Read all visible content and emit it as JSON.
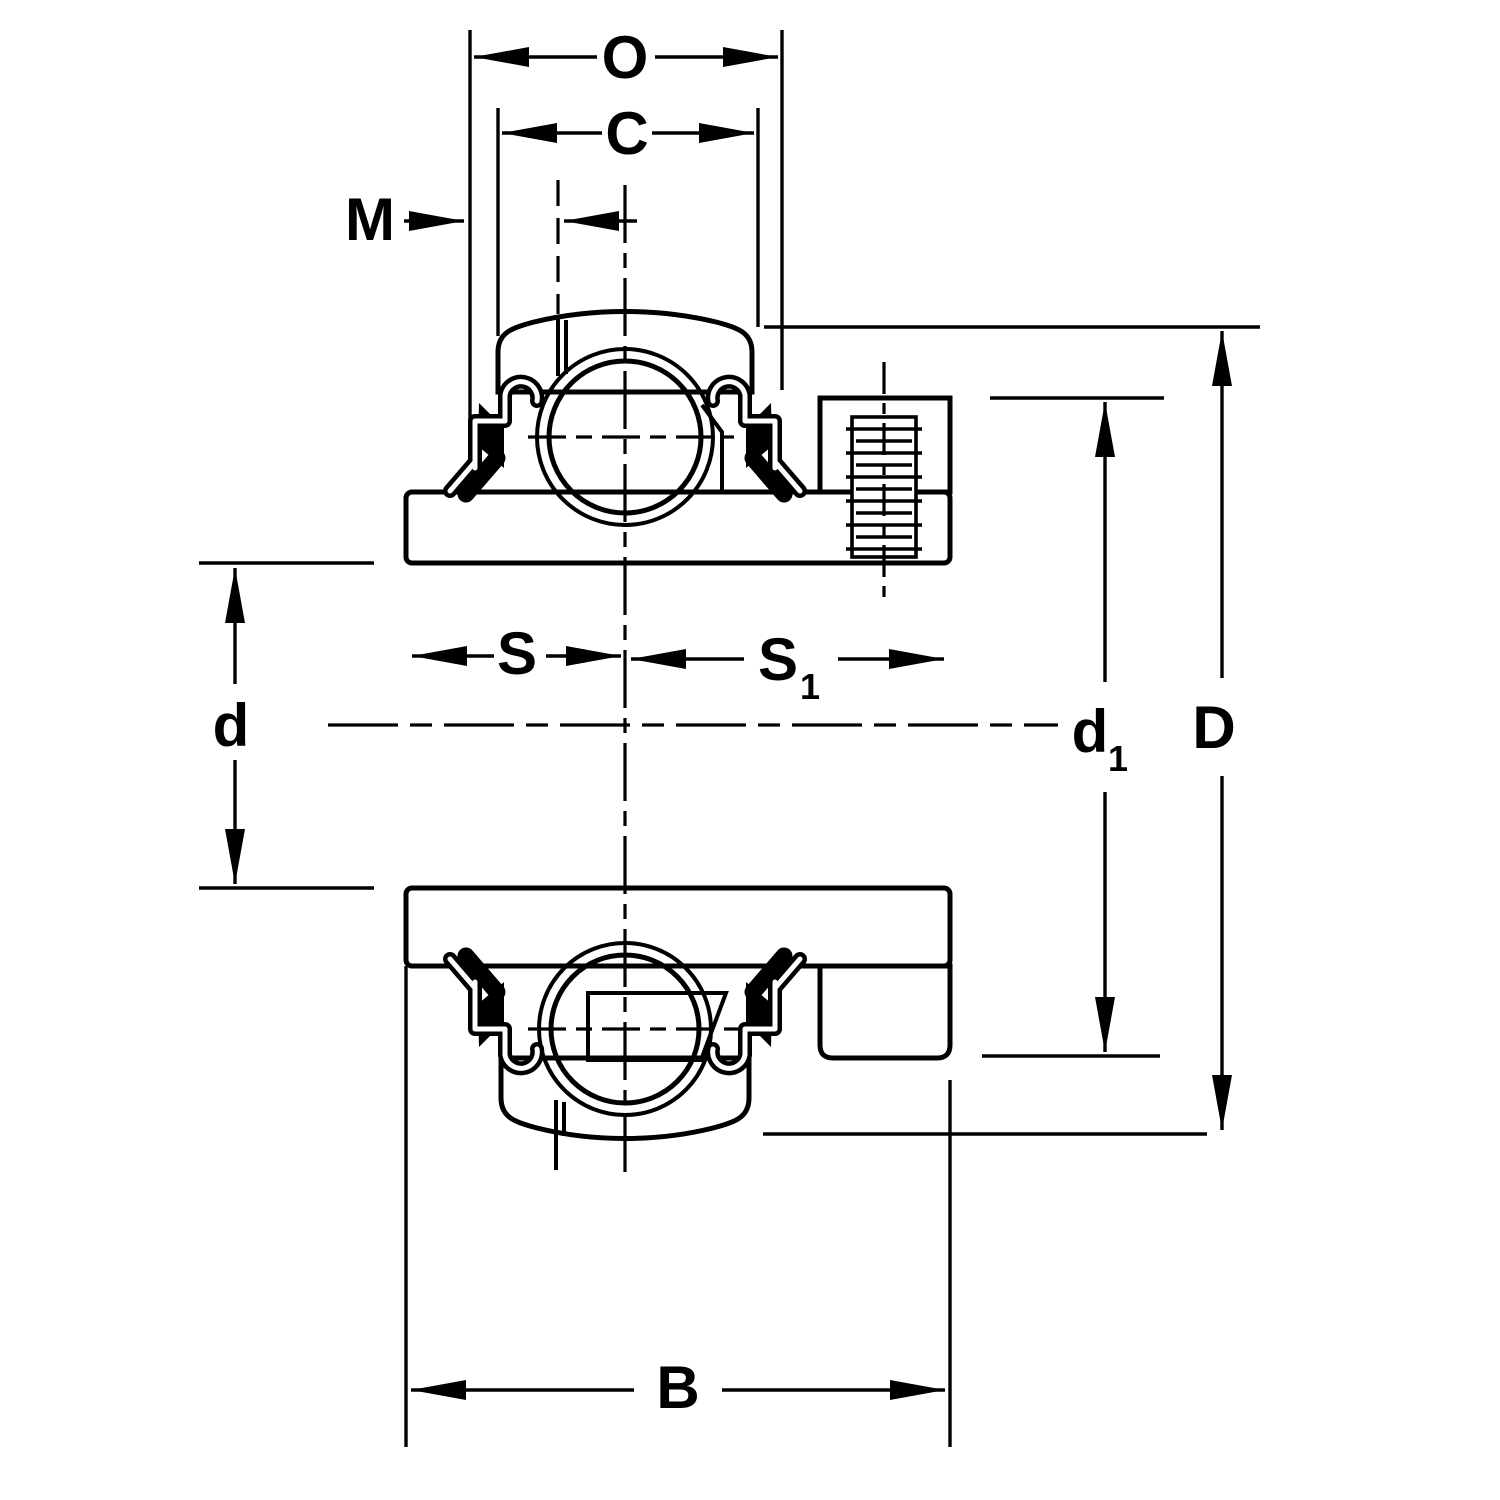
{
  "figure": {
    "type": "engineering-cross-section",
    "subject": "wide-inner-ring ball bearing insert with set screw locking collar",
    "background_color": "#ffffff",
    "line_color": "#000000"
  },
  "labels": {
    "o": {
      "text": "O"
    },
    "c": {
      "text": "C"
    },
    "m": {
      "text": "M"
    },
    "s": {
      "text": "S"
    },
    "s1": {
      "base": "S",
      "sub": "1"
    },
    "d": {
      "text": "d"
    },
    "d1": {
      "base": "d",
      "sub": "1"
    },
    "big_d": {
      "text": "D"
    },
    "b": {
      "text": "B"
    }
  }
}
